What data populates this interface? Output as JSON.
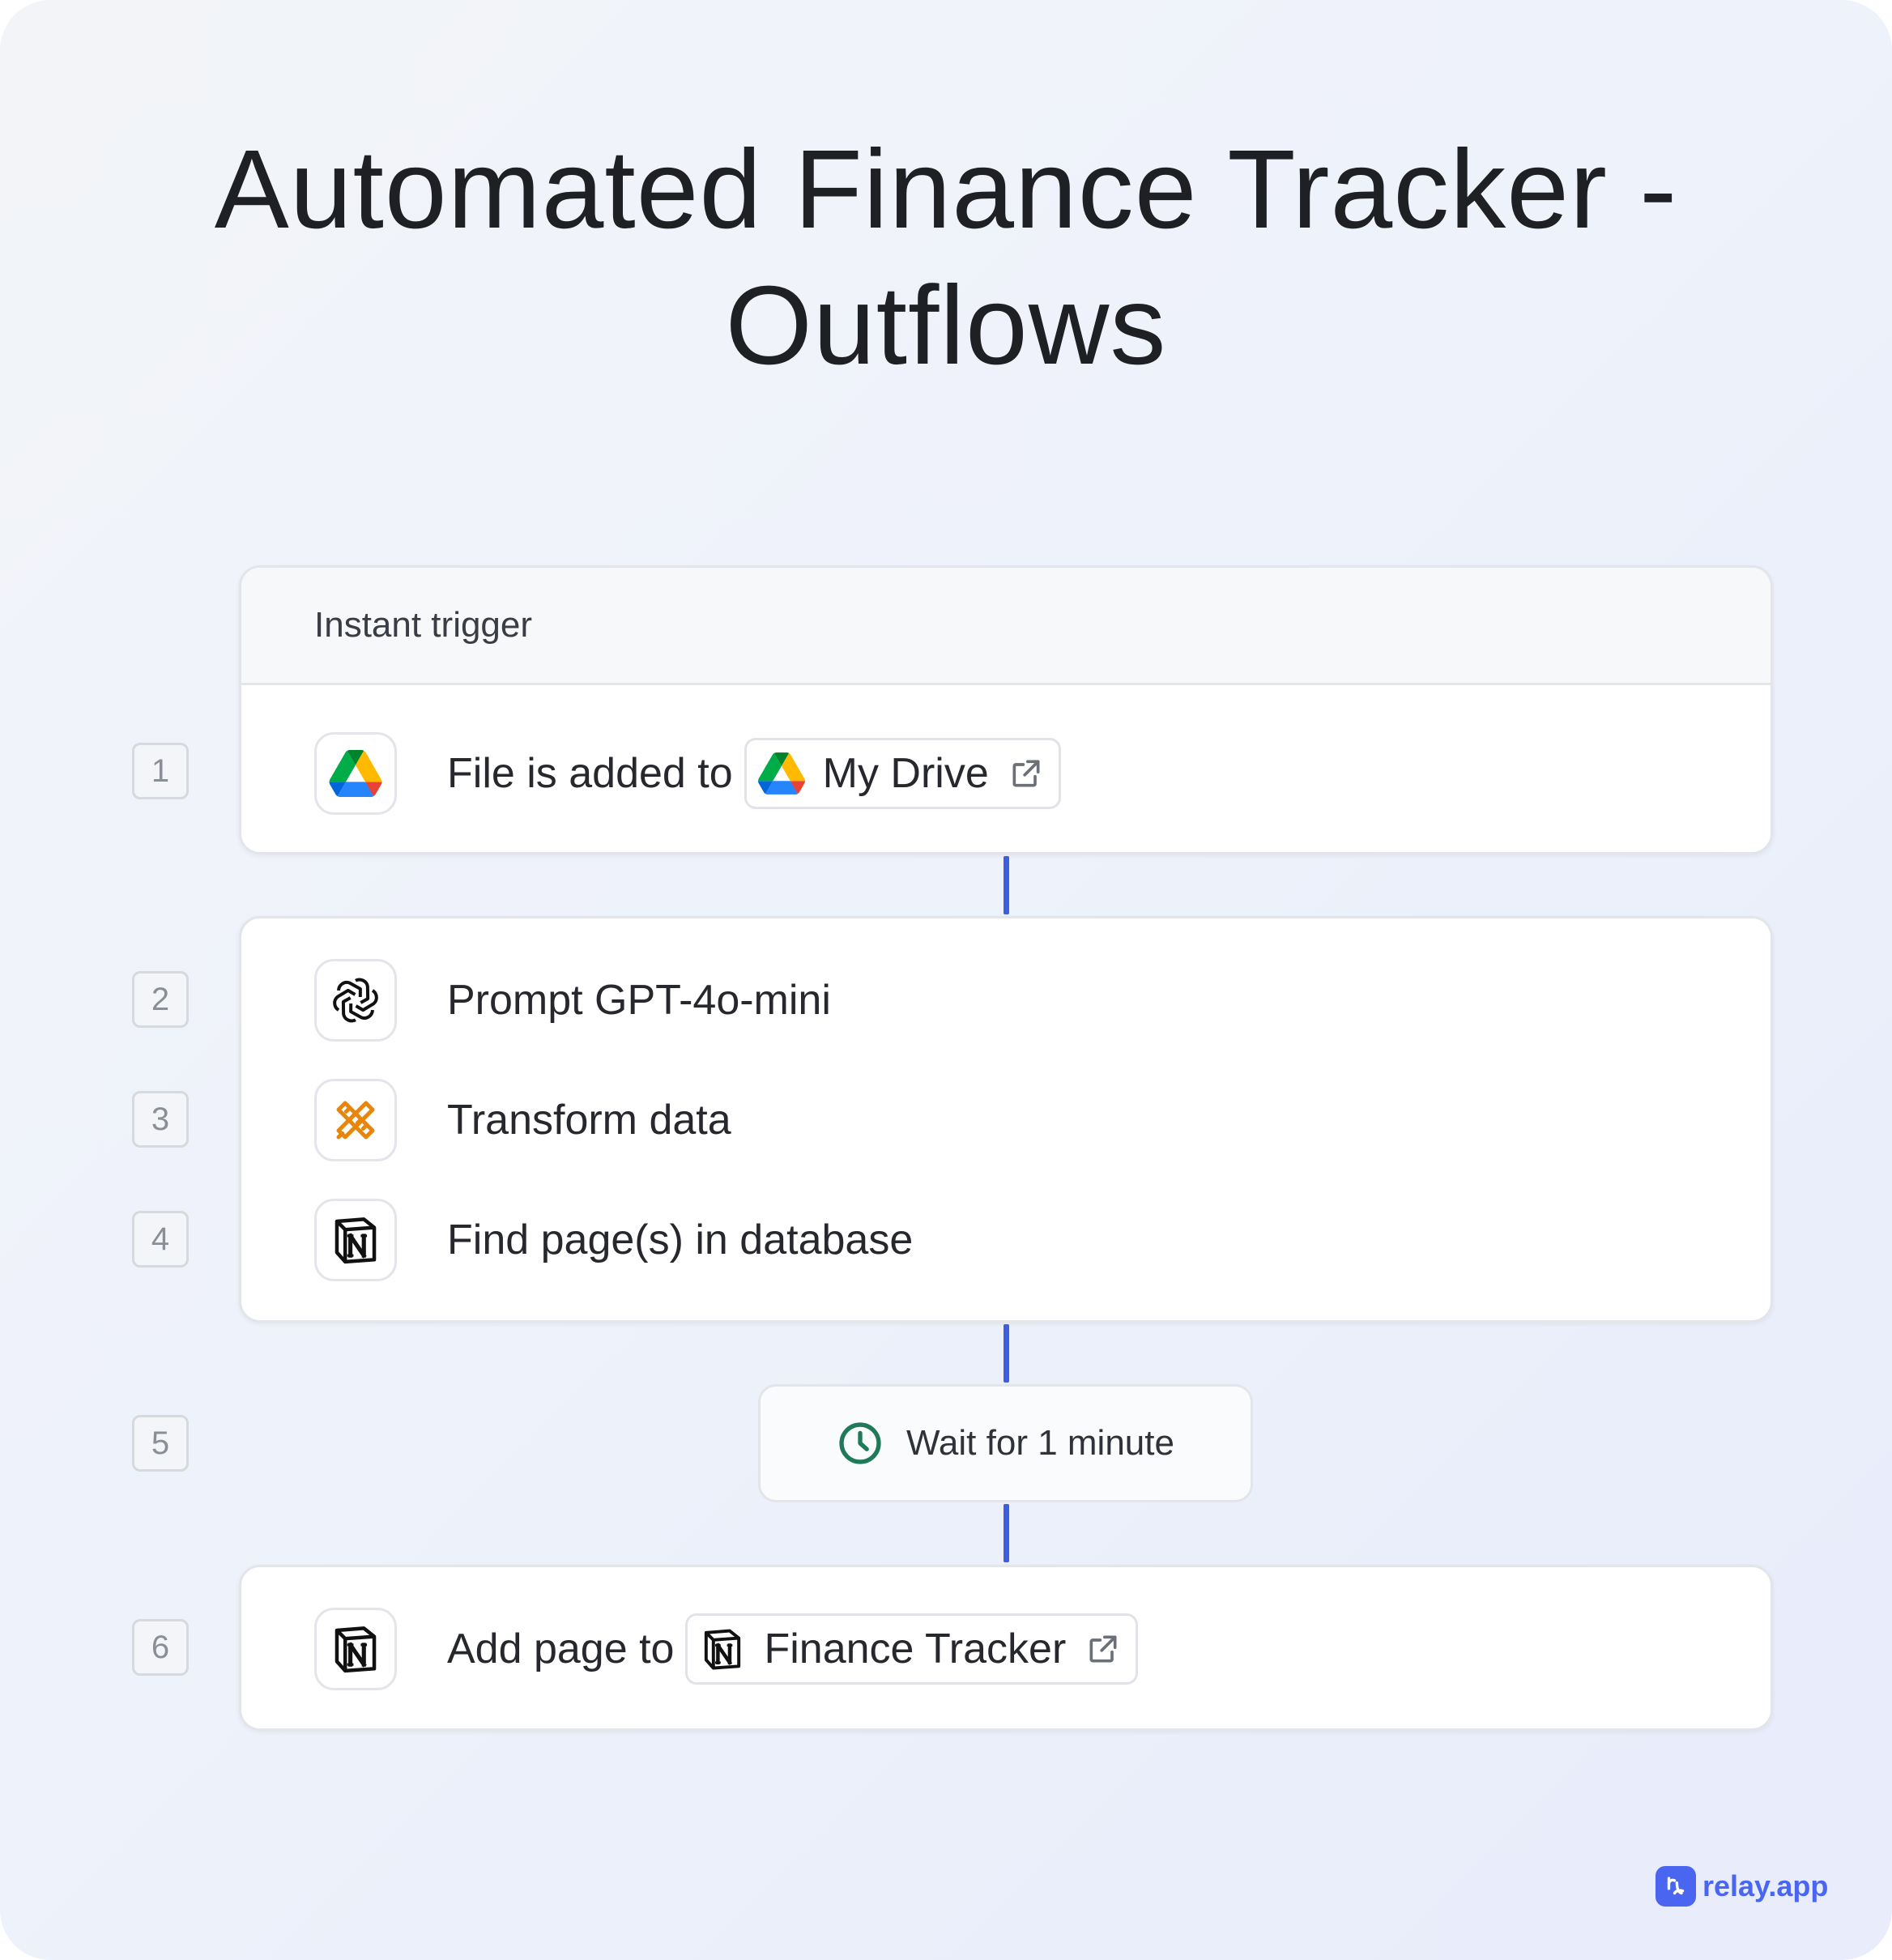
{
  "title": {
    "line1": "Automated Finance Tracker -",
    "line2": "Outflows"
  },
  "trigger": {
    "header": "Instant trigger"
  },
  "steps": [
    {
      "number": "1",
      "text": "File is added to",
      "icon": "google-drive-icon",
      "chip": {
        "label": "My Drive",
        "icon": "google-drive-icon",
        "link_icon": "external-link-icon"
      }
    },
    {
      "number": "2",
      "text": "Prompt GPT-4o-mini",
      "icon": "openai-icon"
    },
    {
      "number": "3",
      "text": "Transform data",
      "icon": "transform-data-icon"
    },
    {
      "number": "4",
      "text": "Find page(s) in database",
      "icon": "notion-icon"
    },
    {
      "number": "5",
      "text": "Wait for 1 minute",
      "icon": "clock-icon"
    },
    {
      "number": "6",
      "text": "Add page to",
      "icon": "notion-icon",
      "chip": {
        "label": "Finance Tracker",
        "icon": "notion-icon",
        "link_icon": "external-link-icon"
      }
    }
  ],
  "brand": {
    "name": "relay.app",
    "icon": "relay-logo-icon"
  },
  "colors": {
    "connector": "#3d5ee1",
    "brand": "#4a66f0",
    "clock": "#1f7a5a",
    "transform": "#e8850c"
  }
}
